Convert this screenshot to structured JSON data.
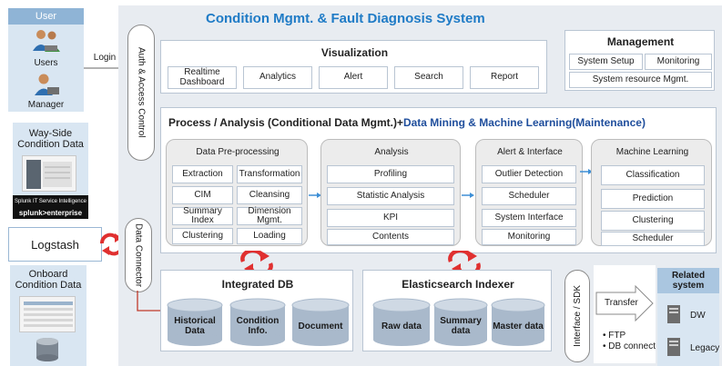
{
  "system_title": "Condition Mgmt. & Fault Diagnosis System",
  "user_panel": {
    "header": "User",
    "users_label": "Users",
    "manager_label": "Manager"
  },
  "login_label": "Login",
  "auth_label": "Auth & Access Control",
  "data_connector_label": "Data Connector",
  "wayside": {
    "title": "Way-Side Condition Data",
    "splunk_small": "Splunk IT Service Intelligence",
    "splunk_label": "splunk>enterprise"
  },
  "logstash_label": "Logstash",
  "onboard": {
    "title": "Onboard Condition Data"
  },
  "visualization": {
    "title": "Visualization",
    "items": [
      "Realtime Dashboard",
      "Analytics",
      "Alert",
      "Search",
      "Report"
    ]
  },
  "management": {
    "title": "Management",
    "items": [
      "System Setup",
      "Monitoring",
      "System resource Mgmt."
    ]
  },
  "process": {
    "title_part1": "Process / Analysis (Conditional Data Mgmt.)+",
    "title_part2": "Data Mining & Machine Learning(Maintenance)",
    "preprocessing": {
      "title": "Data Pre-processing",
      "items": [
        "Extraction",
        "Transformation",
        "CIM",
        "Cleansing",
        "Summary Index",
        "Dimension Mgmt.",
        "Clustering",
        "Loading"
      ]
    },
    "analysis": {
      "title": "Analysis",
      "items": [
        "Profiling",
        "Statistic Analysis",
        "KPI",
        "Contents"
      ]
    },
    "alert": {
      "title": "Alert & Interface",
      "items": [
        "Outlier Detection",
        "Scheduler",
        "System Interface",
        "Monitoring"
      ]
    },
    "ml": {
      "title": "Machine Learning",
      "items": [
        "Classification",
        "Prediction",
        "Clustering",
        "Scheduler"
      ]
    }
  },
  "integrated_db": {
    "title": "Integrated DB",
    "items": [
      "Historical Data",
      "Condition Info.",
      "Document"
    ]
  },
  "es_indexer": {
    "title": "Elasticsearch Indexer",
    "items": [
      "Raw data",
      "Summary data",
      "Master data"
    ]
  },
  "interface_label": "Interface / SDK",
  "transfer_label": "Transfer",
  "protocols": [
    "FTP",
    "DB connect"
  ],
  "related": {
    "title": "Related system",
    "items": [
      "DW",
      "Legacy"
    ]
  },
  "colors": {
    "title_blue": "#1f7bc6",
    "sync_red": "#e03030",
    "arrow_blue": "#3d8fd6",
    "connector_red": "#c0392b"
  }
}
